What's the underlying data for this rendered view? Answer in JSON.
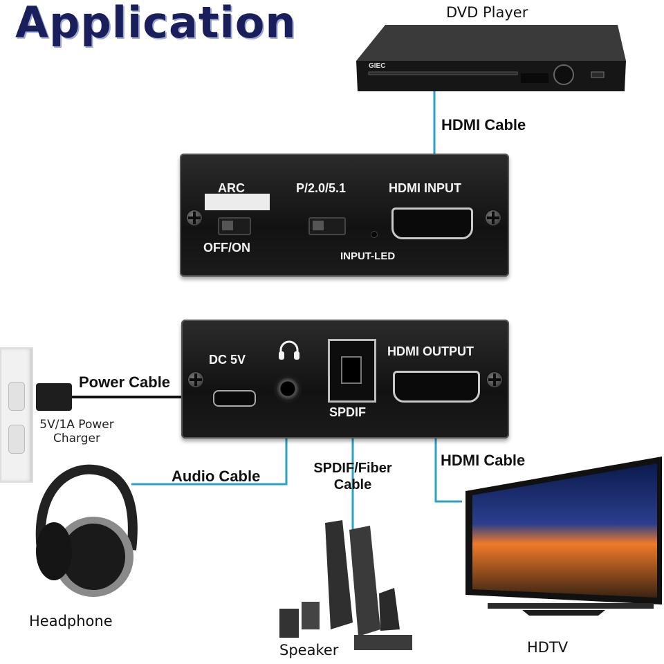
{
  "title": "Application",
  "devices": {
    "dvd_player": "DVD Player",
    "headphone": "Headphone",
    "speaker": "Speaker",
    "hdtv": "HDTV",
    "charger": "5V/1A Power Charger"
  },
  "cables": {
    "hdmi_top": "HDMI Cable",
    "hdmi_bottom": "HDMI Cable",
    "power": "Power Cable",
    "audio": "Audio Cable",
    "spdif": "SPDIF/Fiber Cable"
  },
  "front_panel": {
    "arc": "ARC",
    "off_on": "OFF/ON",
    "mode": "P/2.0/5.1",
    "hdmi_input": "HDMI INPUT",
    "input_led": "INPUT-LED"
  },
  "back_panel": {
    "dc": "DC 5V",
    "spdif": "SPDIF",
    "hdmi_output": "HDMI OUTPUT"
  },
  "dvd_brand": "GIEC",
  "colors": {
    "cable_line": "#29a3bf",
    "title": "#1a1f5c"
  }
}
